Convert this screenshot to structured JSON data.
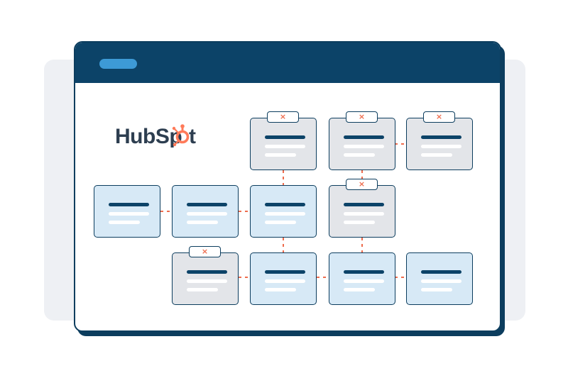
{
  "logo": {
    "text": "HubSpot",
    "brand_color": "#2d3e50",
    "accent_color": "#ff7a59"
  },
  "remove_glyph": "×",
  "colors": {
    "window_frame": "#0c3d5e",
    "titlebar": "#0c4368",
    "title_pill": "#3d9ad6",
    "card_active": "#d7e9f6",
    "card_removed": "#e3e5e9",
    "connector": "#ee6c4d"
  },
  "cards": [
    {
      "id": "r1c3",
      "state": "removed"
    },
    {
      "id": "r1c4",
      "state": "removed"
    },
    {
      "id": "r1c5",
      "state": "removed"
    },
    {
      "id": "r2c1",
      "state": "active"
    },
    {
      "id": "r2c2",
      "state": "active"
    },
    {
      "id": "r2c3",
      "state": "active"
    },
    {
      "id": "r2c4",
      "state": "removed"
    },
    {
      "id": "r3c2",
      "state": "removed"
    },
    {
      "id": "r3c3",
      "state": "active"
    },
    {
      "id": "r3c4",
      "state": "active"
    },
    {
      "id": "r3c5",
      "state": "active"
    }
  ]
}
